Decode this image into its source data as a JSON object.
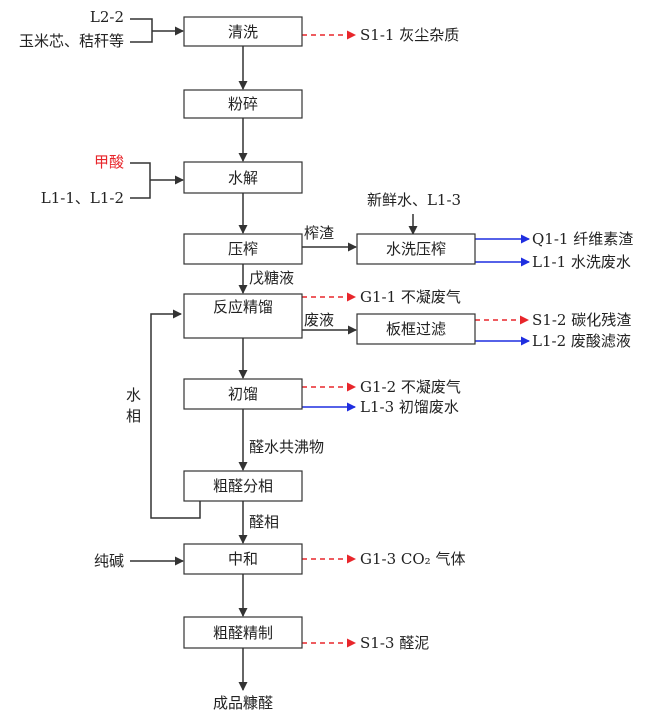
{
  "nodes": {
    "wash": "清洗",
    "crush": "粉碎",
    "hydrolysis": "水解",
    "press": "压榨",
    "water_press": "水洗压榨",
    "react": "反应精馏",
    "filter": "板框过滤",
    "pre_distill": "初馏",
    "crude_split": "粗醛分相",
    "neutralize": "中和",
    "refine": "粗醛精制"
  },
  "inputs": {
    "l2_2": "L2-2",
    "corn": "玉米芯、秸秆等",
    "formic": "甲酸",
    "l1_1_2": "L1-1、L1-2",
    "fresh_water": "新鲜水、L1-3",
    "soda": "纯碱"
  },
  "outputs": {
    "s1_1": "S1-1  灰尘杂质",
    "q1_1": "Q1-1  纤维素渣",
    "l1_1": "L1-1  水洗废水",
    "g1_1": "G1-1  不凝废气",
    "s1_2": "S1-2  碳化残渣",
    "l1_2": "L1-2  废酸滤液",
    "g1_2": "G1-2  不凝废气",
    "l1_3": "L1-3  初馏废水",
    "g1_3": "G1-3 CO₂ 气体",
    "s1_3": "S1-3    醛泥"
  },
  "edges": {
    "residue": "榨渣",
    "sugar": "戊糖液",
    "waste_liquid": "废液",
    "water_phase": "水相",
    "azeotrope": "醛水共沸物",
    "aldehyde_phase": "醛相"
  },
  "product": "成品糠醛",
  "colors": {
    "line": "#333333",
    "red": "#e8262b",
    "blue": "#1f2ee0",
    "formic": "#e8262b"
  }
}
